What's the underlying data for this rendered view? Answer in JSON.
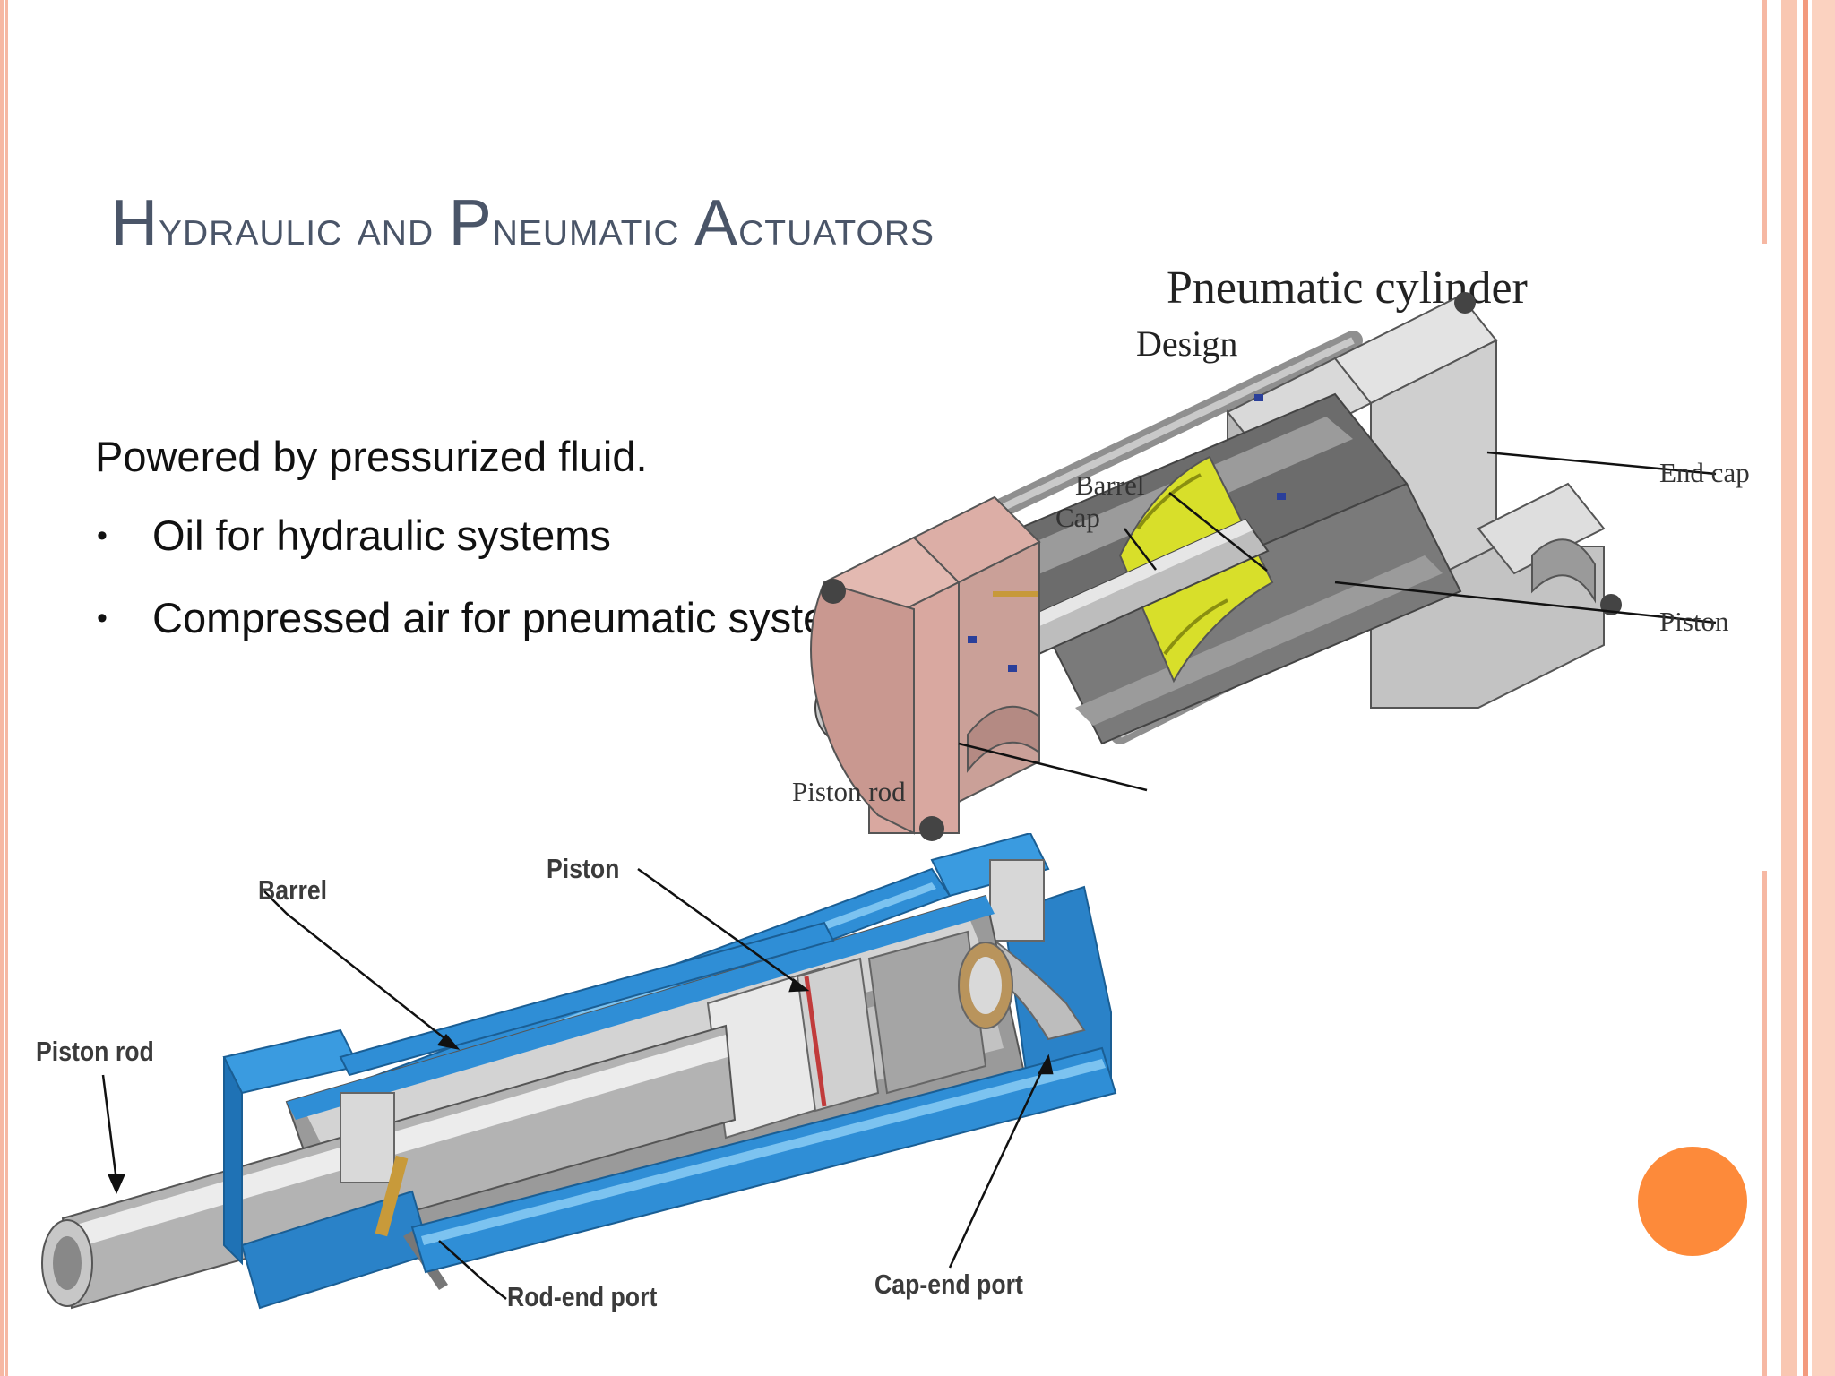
{
  "slide": {
    "title_parts": [
      {
        "cap": "H",
        "rest": "ydraulic "
      },
      {
        "cap": "",
        "rest": "and "
      },
      {
        "cap": "P",
        "rest": "neumatic "
      },
      {
        "cap": "A",
        "rest": "ctuators"
      }
    ],
    "lead": "Powered by pressurized fluid.",
    "bullet_glyph": "•",
    "bullets": [
      "Oil for hydraulic systems",
      "Compressed air for pneumatic systems"
    ]
  },
  "pneumatic_diagram": {
    "title": "Pneumatic cylinder",
    "subtitle": "Design",
    "labels": {
      "barrel": "Barrel",
      "cap": "Cap",
      "end_cap": "End cap",
      "piston": "Piston",
      "piston_rod": "Piston rod"
    }
  },
  "hydraulic_diagram": {
    "labels": {
      "barrel": "Barrel",
      "piston": "Piston",
      "piston_rod": "Piston rod",
      "rod_end_port": "Rod-end port",
      "cap_end_port": "Cap-end port"
    }
  },
  "colors": {
    "title": "#4a5568",
    "frame": "#f6b8a3",
    "accent_dot": "#fd8a3a",
    "hydraulic_blue": "#1e8fd6",
    "pneumatic_pink": "#d9a8a0",
    "piston_yellow": "#d8df2a"
  }
}
